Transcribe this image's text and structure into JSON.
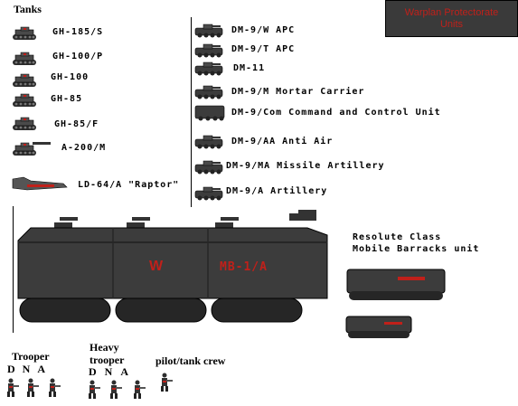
{
  "banner": {
    "line1": "Warplan Protectorate",
    "line2": "Units"
  },
  "sections": {
    "tanks_heading": "Tanks"
  },
  "left_units": [
    {
      "label": "GH-185/S"
    },
    {
      "label": "GH-100/P"
    },
    {
      "label": "GH-100"
    },
    {
      "label": "GH-85"
    },
    {
      "label": "GH-85/F"
    },
    {
      "label": "A-200/M"
    },
    {
      "label": "LD-64/A \"Raptor\""
    }
  ],
  "right_units": [
    {
      "label": "DM-9/W APC"
    },
    {
      "label": "DM-9/T APC"
    },
    {
      "label": "DM-11"
    },
    {
      "label": "DM-9/M Mortar Carrier"
    },
    {
      "label": "DM-9/Com Command and Control Unit"
    },
    {
      "label": "DM-9/AA Anti Air"
    },
    {
      "label": "DM-9/MA  Missile Artillery"
    },
    {
      "label": "DM-9/A Artillery"
    }
  ],
  "barracks": {
    "hull_marking": "MB-1/A",
    "logo": "W",
    "title_line1": "Resolute Class",
    "title_line2": "Mobile Barracks unit"
  },
  "infantry": {
    "trooper": "Trooper",
    "heavy_line1": "Heavy",
    "heavy_line2": "trooper",
    "crew": "pilot/tank crew",
    "trooper_letters": [
      "D",
      "N",
      "A"
    ],
    "heavy_letters": [
      "D",
      "N",
      "A"
    ]
  },
  "colors": {
    "hull": "#3c3c3c",
    "hull_dark": "#262626",
    "accent_red": "#c0201a",
    "banner_bg": "#3a3a3a"
  }
}
